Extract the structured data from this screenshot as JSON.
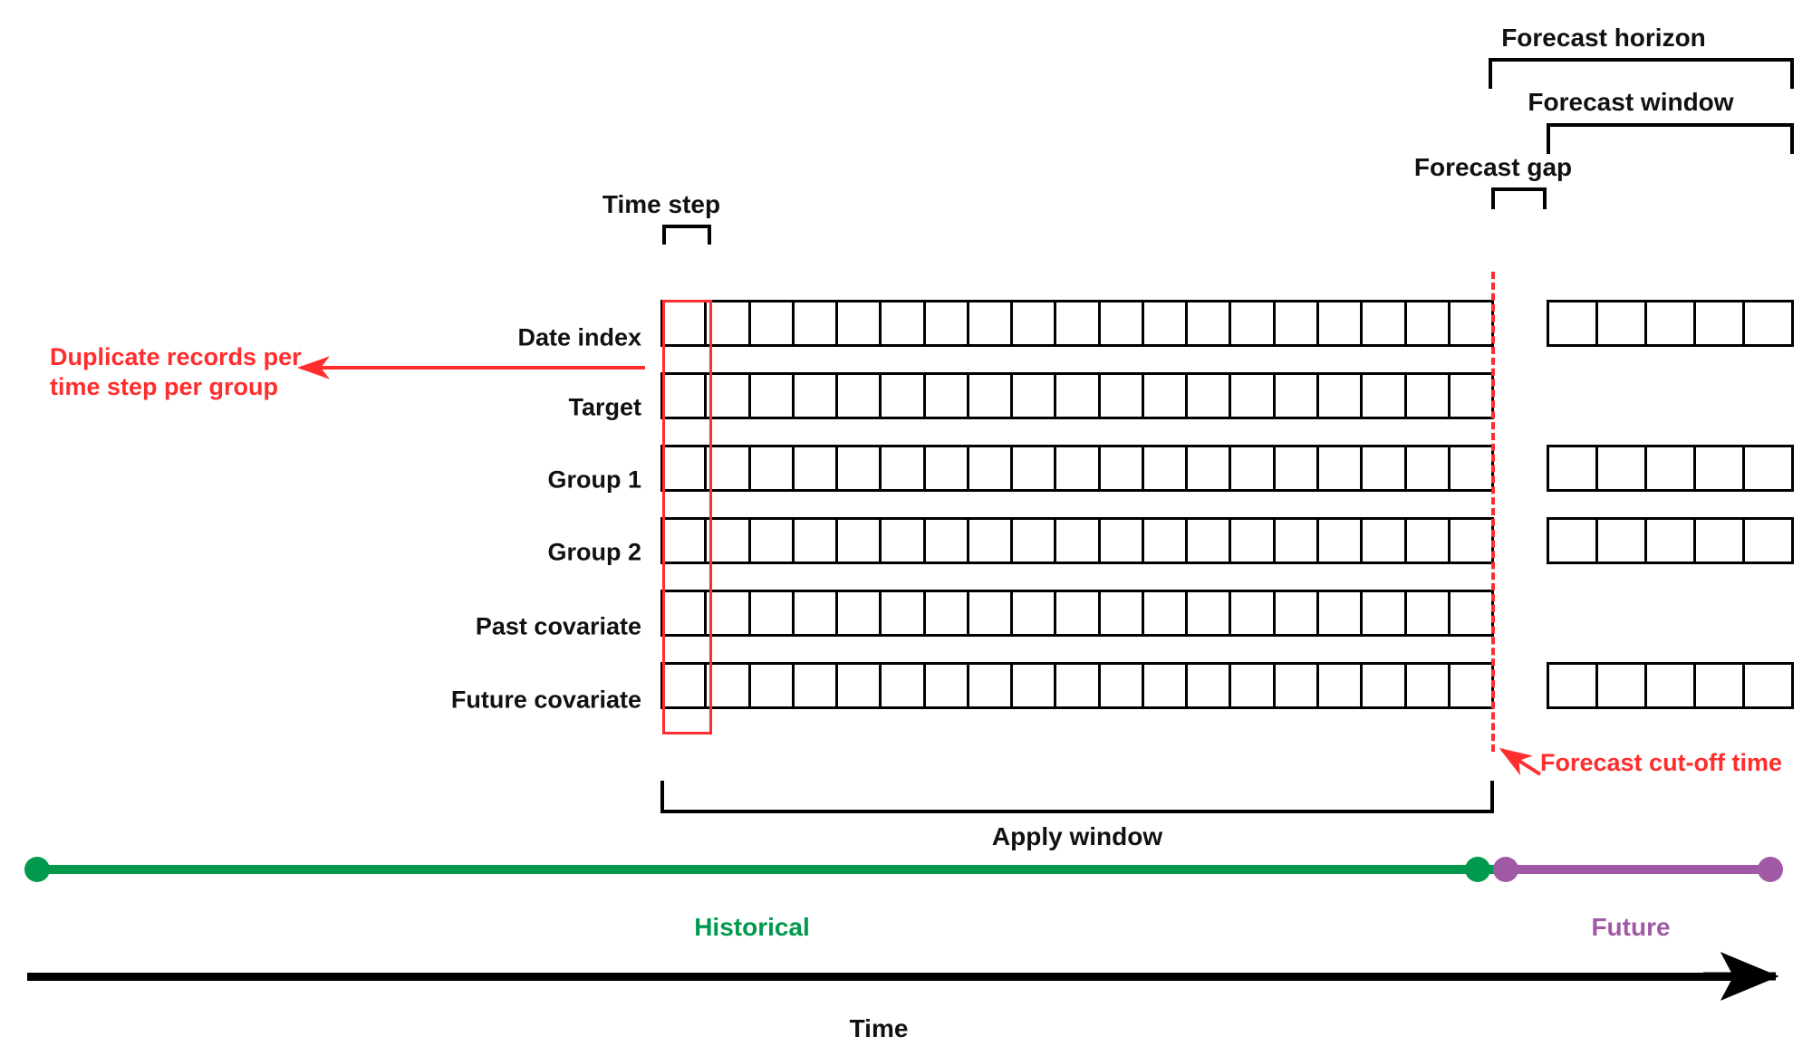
{
  "diagram": {
    "title_labels": {
      "forecast_horizon": "Forecast horizon",
      "forecast_window": "Forecast window",
      "forecast_gap": "Forecast gap",
      "time_step": "Time step",
      "apply_window": "Apply window"
    },
    "row_labels": [
      "Date index",
      "Target",
      "Group 1",
      "Group 2",
      "Past covariate",
      "Future covariate"
    ],
    "rows": [
      {
        "name": "Date index",
        "history_cells": 19,
        "future_cells": 5
      },
      {
        "name": "Target",
        "history_cells": 19,
        "future_cells": 0
      },
      {
        "name": "Group 1",
        "history_cells": 19,
        "future_cells": 5
      },
      {
        "name": "Group 2",
        "history_cells": 19,
        "future_cells": 5
      },
      {
        "name": "Past covariate",
        "history_cells": 19,
        "future_cells": 0
      },
      {
        "name": "Future covariate",
        "history_cells": 19,
        "future_cells": 5
      }
    ],
    "annotations": {
      "duplicate_records": "Duplicate records per\ntime step per group",
      "forecast_cutoff": "Forecast cut-off time"
    },
    "timeline": {
      "historical_label": "Historical",
      "future_label": "Future",
      "axis_label": "Time"
    },
    "colors": {
      "annotation_red": "#FF2D2D",
      "historical_green": "#00994D",
      "future_purple": "#A05AA5",
      "stroke_black": "#000000",
      "text_black": "#111111"
    }
  }
}
